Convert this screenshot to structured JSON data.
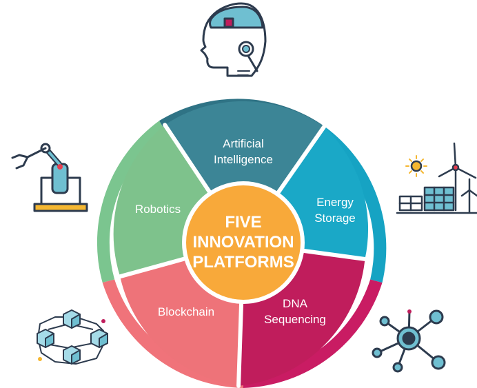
{
  "center": {
    "lines": [
      "FIVE",
      "INNOVATION",
      "PLATFORMS"
    ]
  },
  "platforms": [
    {
      "id": "ai",
      "lines": [
        "Artificial",
        "Intelligence"
      ],
      "color": "#3c8596",
      "ring_color": "#2f7385",
      "icon": "ai-head-icon"
    },
    {
      "id": "energy",
      "lines": [
        "Energy",
        "Storage"
      ],
      "color": "#1aa8c7",
      "ring_color": "#16a3c3",
      "icon": "solar-wind-icon"
    },
    {
      "id": "dna",
      "lines": [
        "DNA",
        "Sequencing"
      ],
      "color": "#c01d5c",
      "ring_color": "#c91c63",
      "icon": "molecule-network-icon"
    },
    {
      "id": "blockchain",
      "lines": [
        "Blockchain"
      ],
      "color": "#ee7379",
      "ring_color": "#f0737a",
      "icon": "blockchain-cubes-icon"
    },
    {
      "id": "robotics",
      "lines": [
        "Robotics"
      ],
      "color": "#7ec28c",
      "ring_color": "#7bc58f",
      "icon": "robot-arm-icon"
    }
  ],
  "colors": {
    "center": "#f8a93a",
    "outline": "#2d3b4e"
  }
}
